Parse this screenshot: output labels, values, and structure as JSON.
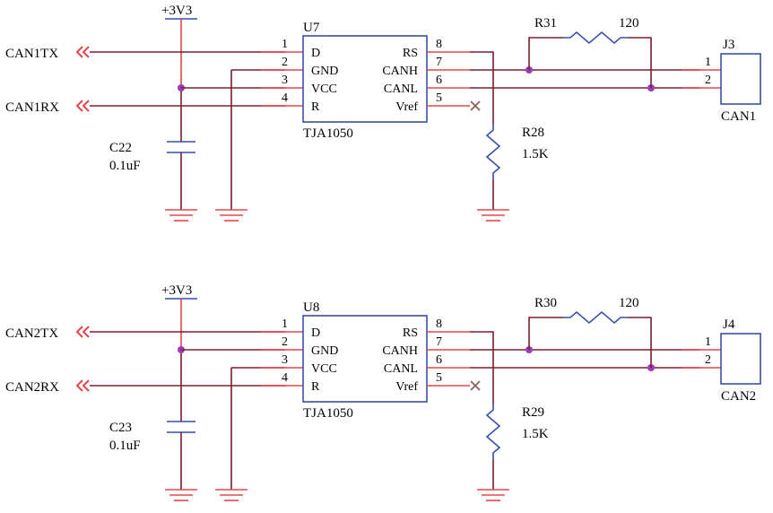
{
  "circuits": [
    {
      "power_label": "+3V3",
      "tx_label": "CAN1TX",
      "rx_label": "CAN1RX",
      "cap_ref": "C22",
      "cap_value": "0.1uF",
      "ic_ref": "U7",
      "ic_part": "TJA1050",
      "pins_left": [
        {
          "num": "1",
          "name": "D"
        },
        {
          "num": "2",
          "name": "GND"
        },
        {
          "num": "3",
          "name": "VCC"
        },
        {
          "num": "4",
          "name": "R"
        }
      ],
      "pins_right": [
        {
          "num": "8",
          "name": "RS"
        },
        {
          "num": "7",
          "name": "CANH"
        },
        {
          "num": "6",
          "name": "CANL"
        },
        {
          "num": "5",
          "name": "Vref"
        }
      ],
      "term_res_ref": "R31",
      "term_res_value": "120",
      "rs_res_ref": "R28",
      "rs_res_value": "1.5K",
      "conn_ref": "J3",
      "conn_name": "CAN1",
      "conn_pins": [
        "1",
        "2"
      ]
    },
    {
      "power_label": "+3V3",
      "tx_label": "CAN2TX",
      "rx_label": "CAN2RX",
      "cap_ref": "C23",
      "cap_value": "0.1uF",
      "ic_ref": "U8",
      "ic_part": "TJA1050",
      "pins_left": [
        {
          "num": "1",
          "name": "D"
        },
        {
          "num": "2",
          "name": "GND"
        },
        {
          "num": "3",
          "name": "VCC"
        },
        {
          "num": "4",
          "name": "R"
        }
      ],
      "pins_right": [
        {
          "num": "8",
          "name": "RS"
        },
        {
          "num": "7",
          "name": "CANH"
        },
        {
          "num": "6",
          "name": "CANL"
        },
        {
          "num": "5",
          "name": "Vref"
        }
      ],
      "term_res_ref": "R30",
      "term_res_value": "120",
      "rs_res_ref": "R29",
      "rs_res_value": "1.5K",
      "conn_ref": "J4",
      "conn_name": "CAN2",
      "conn_pins": [
        "1",
        "2"
      ]
    }
  ]
}
